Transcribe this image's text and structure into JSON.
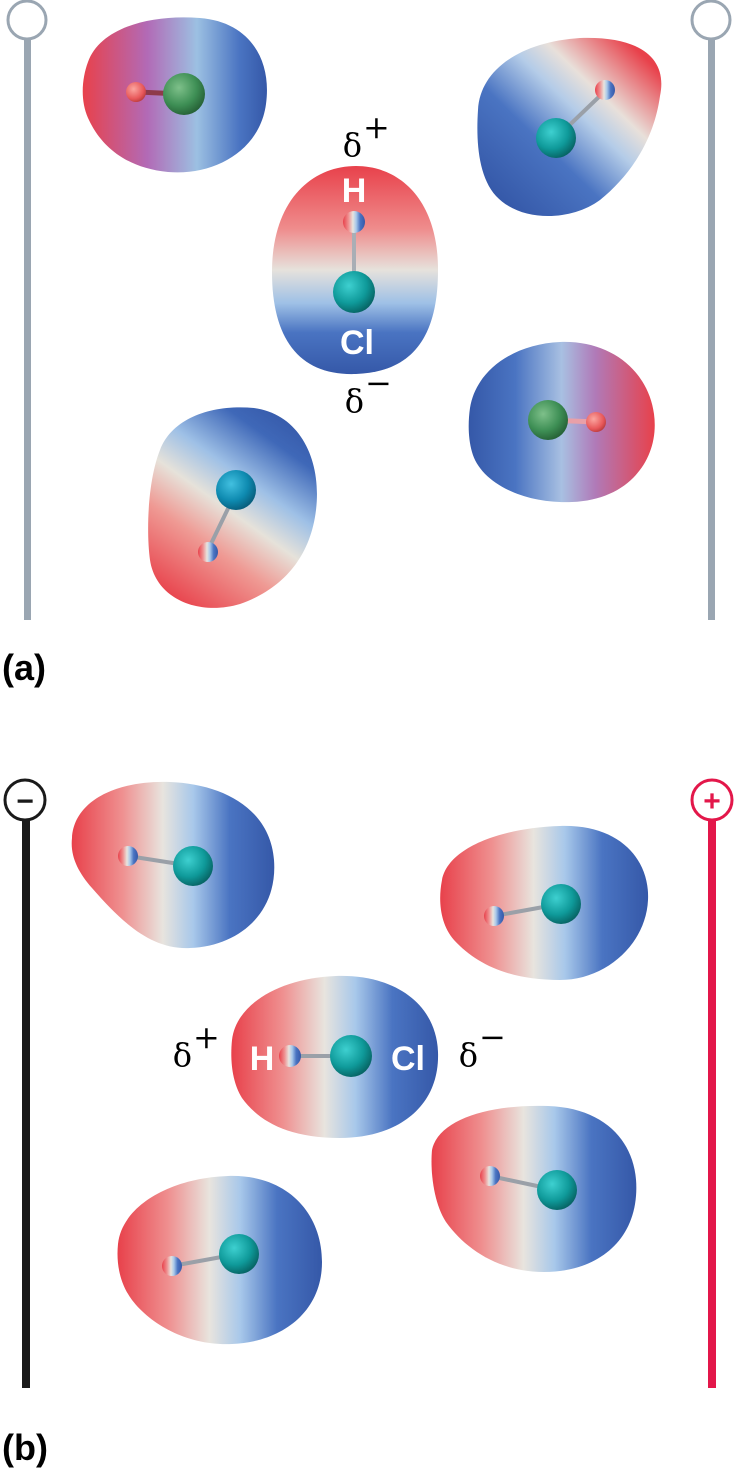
{
  "panel_a": {
    "label": "(a)",
    "plate_color": "#9aa6b2",
    "center_molecule": {
      "delta_top": "δ",
      "delta_top_sign": "+",
      "atom_top": "H",
      "atom_bottom": "Cl",
      "delta_bottom": "δ",
      "delta_bottom_sign": "−"
    }
  },
  "panel_b": {
    "label": "(b)",
    "left_plate": {
      "sign": "−",
      "color": "#1a1a1a"
    },
    "right_plate": {
      "sign": "+",
      "color": "#e3174a"
    },
    "center_molecule": {
      "delta_left": "δ",
      "delta_left_sign": "+",
      "atom_left": "H",
      "atom_right": "Cl",
      "delta_right": "δ",
      "delta_right_sign": "−"
    }
  },
  "colors": {
    "positive_region": "#e8414b",
    "negative_region": "#3a64b8",
    "chlorine_atom": "#0f9a9a",
    "hydrogen_atom": "#f0c8a8"
  }
}
